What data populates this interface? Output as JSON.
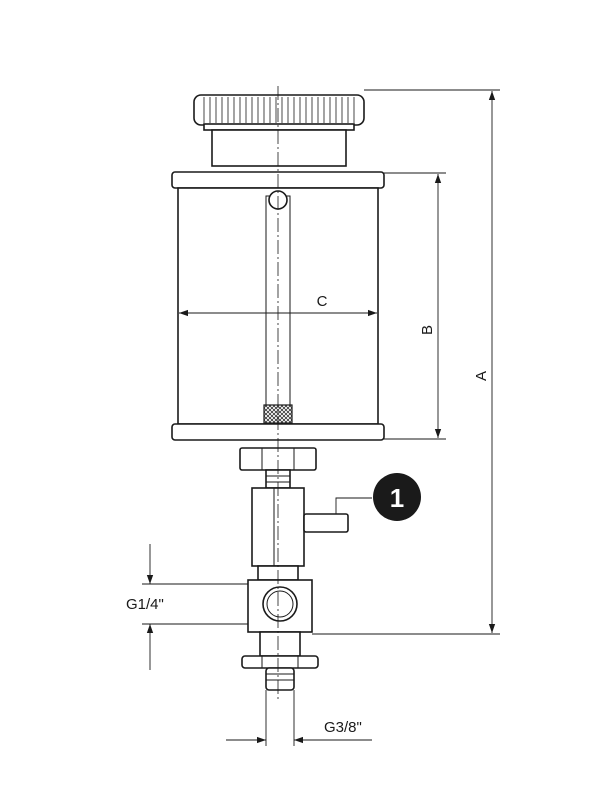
{
  "labels": {
    "A": "A",
    "B": "B",
    "C": "C",
    "inlet_thread": "G1/4\"",
    "outlet_thread": "G3/8\""
  },
  "callout": {
    "number": "1"
  },
  "colors": {
    "line": "#1a1a1a",
    "background": "#ffffff",
    "badge": "#1a1a1a"
  }
}
